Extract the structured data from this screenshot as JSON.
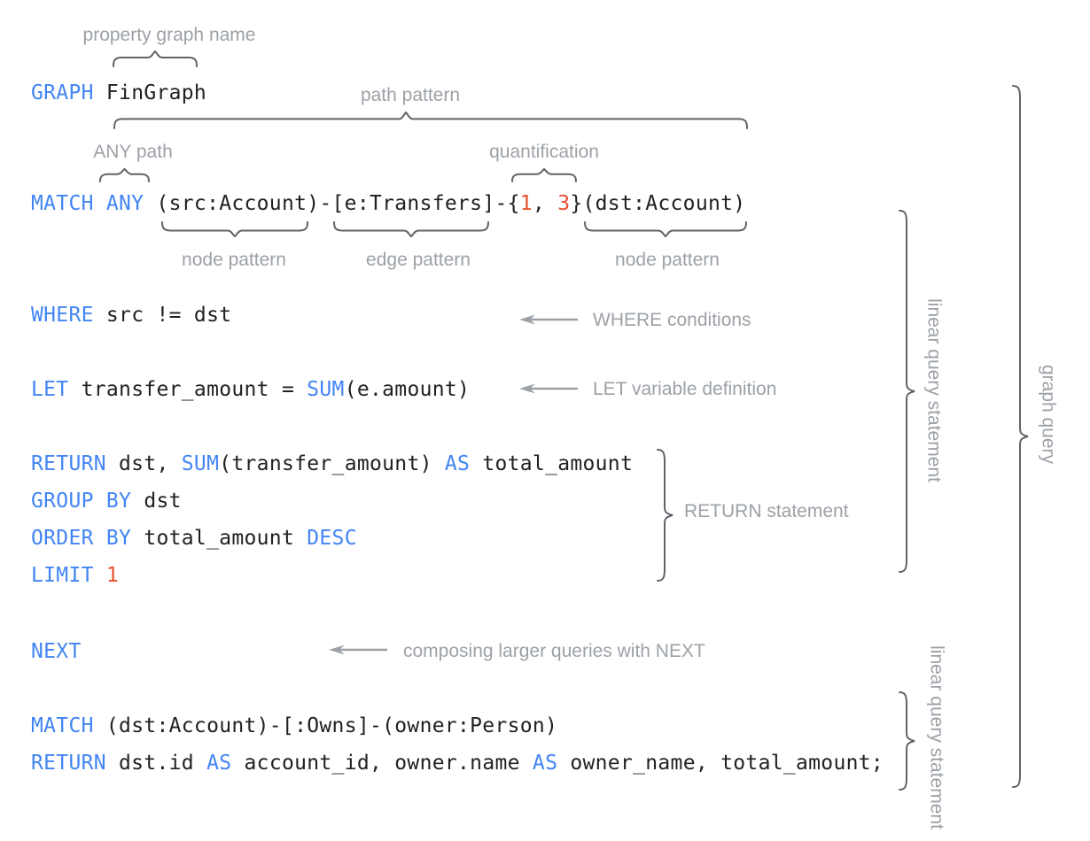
{
  "diagram_title": "graph query syntax annotated diagram",
  "palette": {
    "keyword_blue": "#4285F4",
    "code_black": "#202124",
    "number_orange": "#E8502D",
    "annotation_gray": "#9CA1A7",
    "brace_gray": "#5F6368",
    "arrow_gray": "#9AA0A6",
    "background": "#FFFFFF"
  },
  "code": {
    "lines": [
      {
        "name": "graph-clause",
        "segments": [
          {
            "t": "GRAPH",
            "c": "kw"
          },
          {
            "t": " FinGraph",
            "c": "plain"
          }
        ]
      },
      {
        "name": "match-any",
        "segments": [
          {
            "t": "MATCH ANY",
            "c": "kw"
          },
          {
            "t": " (src:Account)-[e:Transfers]-{",
            "c": "plain"
          },
          {
            "t": "1",
            "c": "num"
          },
          {
            "t": ", ",
            "c": "plain"
          },
          {
            "t": "3",
            "c": "num"
          },
          {
            "t": "}(dst:Account)",
            "c": "plain"
          }
        ]
      },
      {
        "name": "where-clause",
        "segments": [
          {
            "t": "WHERE",
            "c": "kw"
          },
          {
            "t": " src != dst",
            "c": "plain"
          }
        ]
      },
      {
        "name": "let-clause",
        "segments": [
          {
            "t": "LET",
            "c": "kw"
          },
          {
            "t": " transfer_amount = ",
            "c": "plain"
          },
          {
            "t": "SUM",
            "c": "kw"
          },
          {
            "t": "(e.amount)",
            "c": "plain"
          }
        ]
      },
      {
        "name": "return-clause",
        "segments": [
          {
            "t": "RETURN",
            "c": "kw"
          },
          {
            "t": " dst, ",
            "c": "plain"
          },
          {
            "t": "SUM",
            "c": "kw"
          },
          {
            "t": "(transfer_amount) ",
            "c": "plain"
          },
          {
            "t": "AS",
            "c": "kw"
          },
          {
            "t": " total_amount",
            "c": "plain"
          }
        ]
      },
      {
        "name": "group-by",
        "segments": [
          {
            "t": "GROUP BY",
            "c": "kw"
          },
          {
            "t": " dst",
            "c": "plain"
          }
        ]
      },
      {
        "name": "order-by",
        "segments": [
          {
            "t": "ORDER BY",
            "c": "kw"
          },
          {
            "t": " total_amount ",
            "c": "plain"
          },
          {
            "t": "DESC",
            "c": "kw"
          }
        ]
      },
      {
        "name": "limit-clause",
        "segments": [
          {
            "t": "LIMIT",
            "c": "kw"
          },
          {
            "t": " ",
            "c": "plain"
          },
          {
            "t": "1",
            "c": "num"
          }
        ]
      },
      {
        "name": "next-clause",
        "segments": [
          {
            "t": "NEXT",
            "c": "kw"
          }
        ]
      },
      {
        "name": "match-owns",
        "segments": [
          {
            "t": "MATCH",
            "c": "kw"
          },
          {
            "t": " (dst:Account)-[:Owns]-(owner:Person)",
            "c": "plain"
          }
        ]
      },
      {
        "name": "return-final",
        "segments": [
          {
            "t": "RETURN",
            "c": "kw"
          },
          {
            "t": " dst.id ",
            "c": "plain"
          },
          {
            "t": "AS",
            "c": "kw"
          },
          {
            "t": " account_id, owner.name ",
            "c": "plain"
          },
          {
            "t": "AS",
            "c": "kw"
          },
          {
            "t": " owner_name, total_amount;",
            "c": "plain"
          }
        ]
      }
    ]
  },
  "labels": {
    "property_graph_name": "property graph name",
    "path_pattern": "path pattern",
    "any_path": "ANY path",
    "quantification": "quantification",
    "node_pattern_src": "node pattern",
    "edge_pattern": "edge pattern",
    "node_pattern_dst": "node pattern",
    "where_conditions": "WHERE conditions",
    "let_variable_definition": "LET variable definition",
    "return_statement": "RETURN statement",
    "composing_next": "composing larger queries with NEXT",
    "linear_query_statement_1": "linear query statement",
    "linear_query_statement_2": "linear query statement",
    "graph_query": "graph query"
  }
}
